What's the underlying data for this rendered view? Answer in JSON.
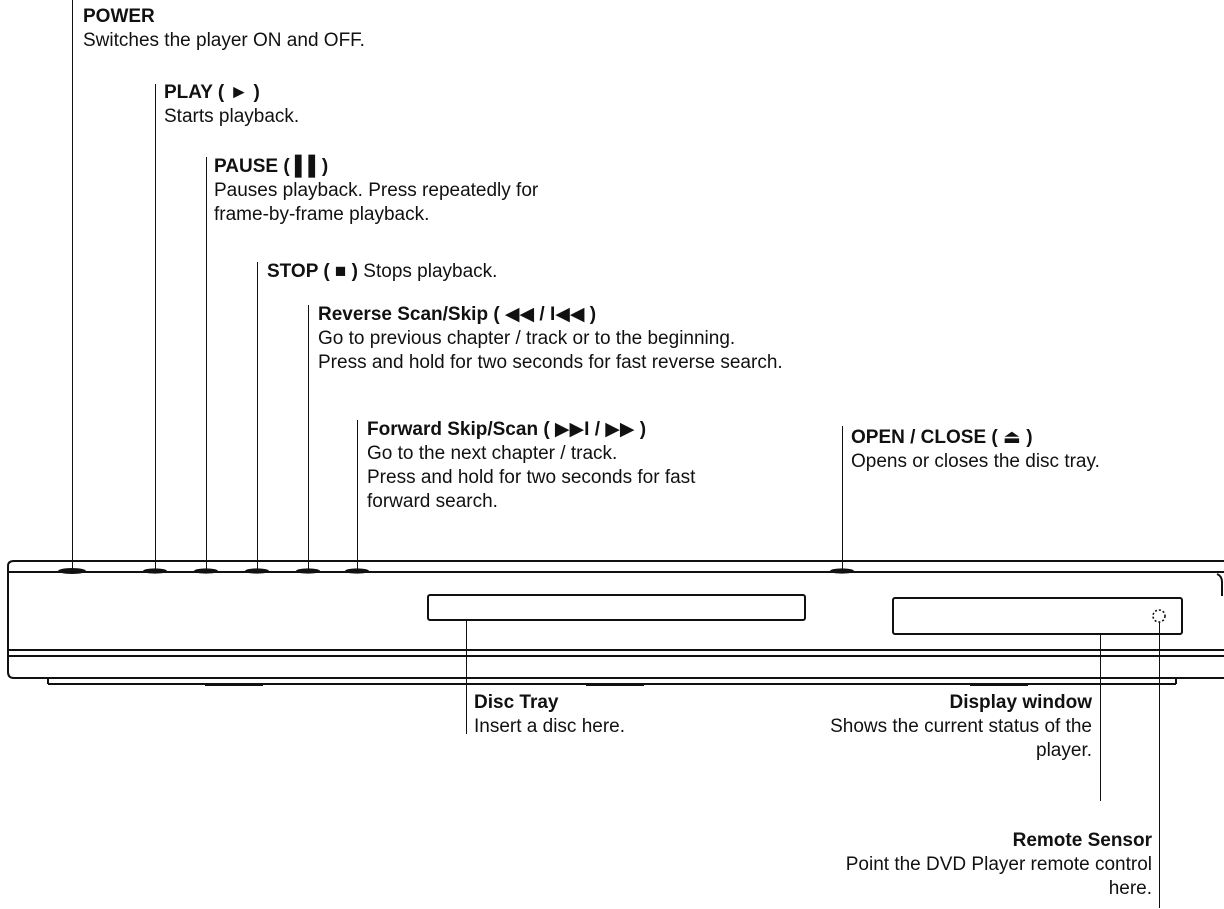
{
  "labels": {
    "power": {
      "title": "POWER",
      "lines": [
        "Switches the player ON and OFF."
      ]
    },
    "play": {
      "title": "PLAY ( ► )",
      "lines": [
        "Starts playback."
      ]
    },
    "pause": {
      "title": "PAUSE ( ▌▌)",
      "lines": [
        "Pauses playback. Press repeatedly for",
        "frame-by-frame playback."
      ]
    },
    "stop": {
      "title": "STOP ( ■ )",
      "inline": " Stops playback."
    },
    "reverse": {
      "title": "Reverse Scan/Skip ( ◀◀ / I◀◀ )",
      "lines": [
        "Go to previous chapter / track or to the beginning.",
        "Press and hold for two seconds for fast reverse search."
      ]
    },
    "forward": {
      "title": "Forward Skip/Scan ( ▶▶I / ▶▶ )",
      "lines": [
        "Go to the next chapter / track.",
        "Press and hold for two seconds for fast",
        "forward search."
      ]
    },
    "open": {
      "title": "OPEN / CLOSE ( ⏏ )",
      "lines": [
        "Opens or closes the disc tray."
      ]
    },
    "disc": {
      "title": "Disc Tray",
      "lines": [
        "Insert a disc here."
      ]
    },
    "display": {
      "title": "Display window",
      "lines": [
        "Shows the current status of the",
        "player."
      ]
    },
    "sensor": {
      "title": "Remote Sensor",
      "lines": [
        "Point the DVD Player remote control",
        "here."
      ]
    }
  }
}
